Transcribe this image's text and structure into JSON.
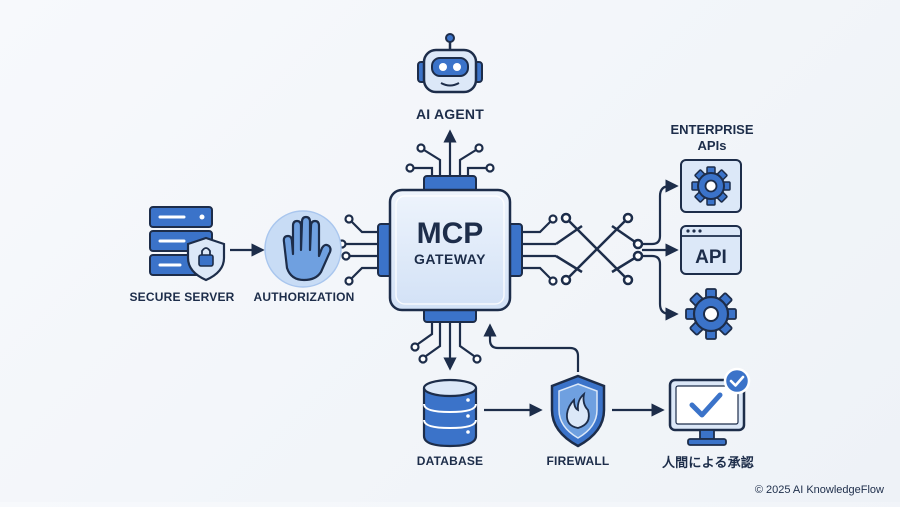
{
  "colors": {
    "navy": "#1d2d4a",
    "blue": "#3b73c9",
    "light_blue": "#a9c6ee",
    "pale_blue": "#dce8f8",
    "accent": "#4a86d6"
  },
  "nodes": {
    "ai_agent": {
      "label": "AI AGENT",
      "icon": "robot-icon"
    },
    "gateway": {
      "line1": "MCP",
      "line2": "GATEWAY",
      "icon": "chip-icon"
    },
    "enterprise": {
      "label_line1": "ENTERPRISE",
      "label_line2": "APIs"
    },
    "api_box": {
      "text": "API",
      "icon": "api-box-icon"
    },
    "secure_server": {
      "label": "SECURE SERVER",
      "icon": "server-shield-icon"
    },
    "authorization": {
      "label": "AUTHORIZATION",
      "icon": "hand-stop-icon"
    },
    "database": {
      "label": "DATABASE",
      "icon": "database-icon"
    },
    "firewall": {
      "label": "FIREWALL",
      "icon": "shield-flame-icon"
    },
    "human_approval": {
      "label": "人間による承認",
      "icon": "monitor-check-icon"
    }
  },
  "footer": {
    "copyright": "© 2025 AI KnowledgeFlow"
  }
}
